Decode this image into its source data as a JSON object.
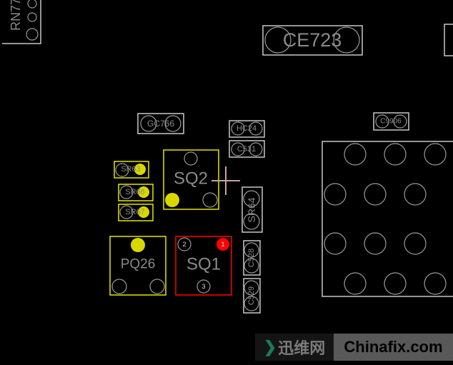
{
  "board": {
    "background": "#000000",
    "highlight_color": "#e6e600",
    "selected_color": "#ff0000",
    "components": {
      "rn77": {
        "label": "RN77"
      },
      "ce723": {
        "label": "CE723"
      },
      "gc766": {
        "label": "GC766"
      },
      "hc24": {
        "label": "HC24"
      },
      "c531": {
        "label": "C531"
      },
      "c9906": {
        "label": "C9906"
      },
      "sr63": {
        "label": "SR63"
      },
      "sr66": {
        "label": "SR66"
      },
      "sr67": {
        "label": "SR67"
      },
      "sq2": {
        "label": "SQ2"
      },
      "sr64": {
        "label": "SR64"
      },
      "pq26": {
        "label": "PQ26"
      },
      "sq1": {
        "label": "SQ1",
        "pins": [
          "1",
          "2",
          "3"
        ]
      },
      "c528": {
        "label": "C528"
      },
      "c529": {
        "label": "C529"
      }
    }
  },
  "watermark": {
    "cn": "迅维网",
    "en": "Chinafix.com",
    "icon": "chevron-right-icon"
  }
}
